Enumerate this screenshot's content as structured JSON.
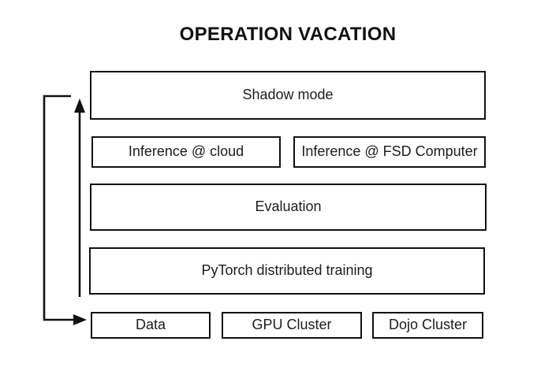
{
  "title": "OPERATION VACATION",
  "nodes": {
    "shadow_mode": "Shadow mode",
    "inference_cloud": "Inference @ cloud",
    "inference_fsd": "Inference @ FSD Computer",
    "evaluation": "Evaluation",
    "pytorch_training": "PyTorch distributed training",
    "data": "Data",
    "gpu_cluster": "GPU Cluster",
    "dojo_cluster": "Dojo Cluster"
  },
  "colors": {
    "background": "#ffffff",
    "line": "#111111",
    "text": "#1c1c1c"
  }
}
